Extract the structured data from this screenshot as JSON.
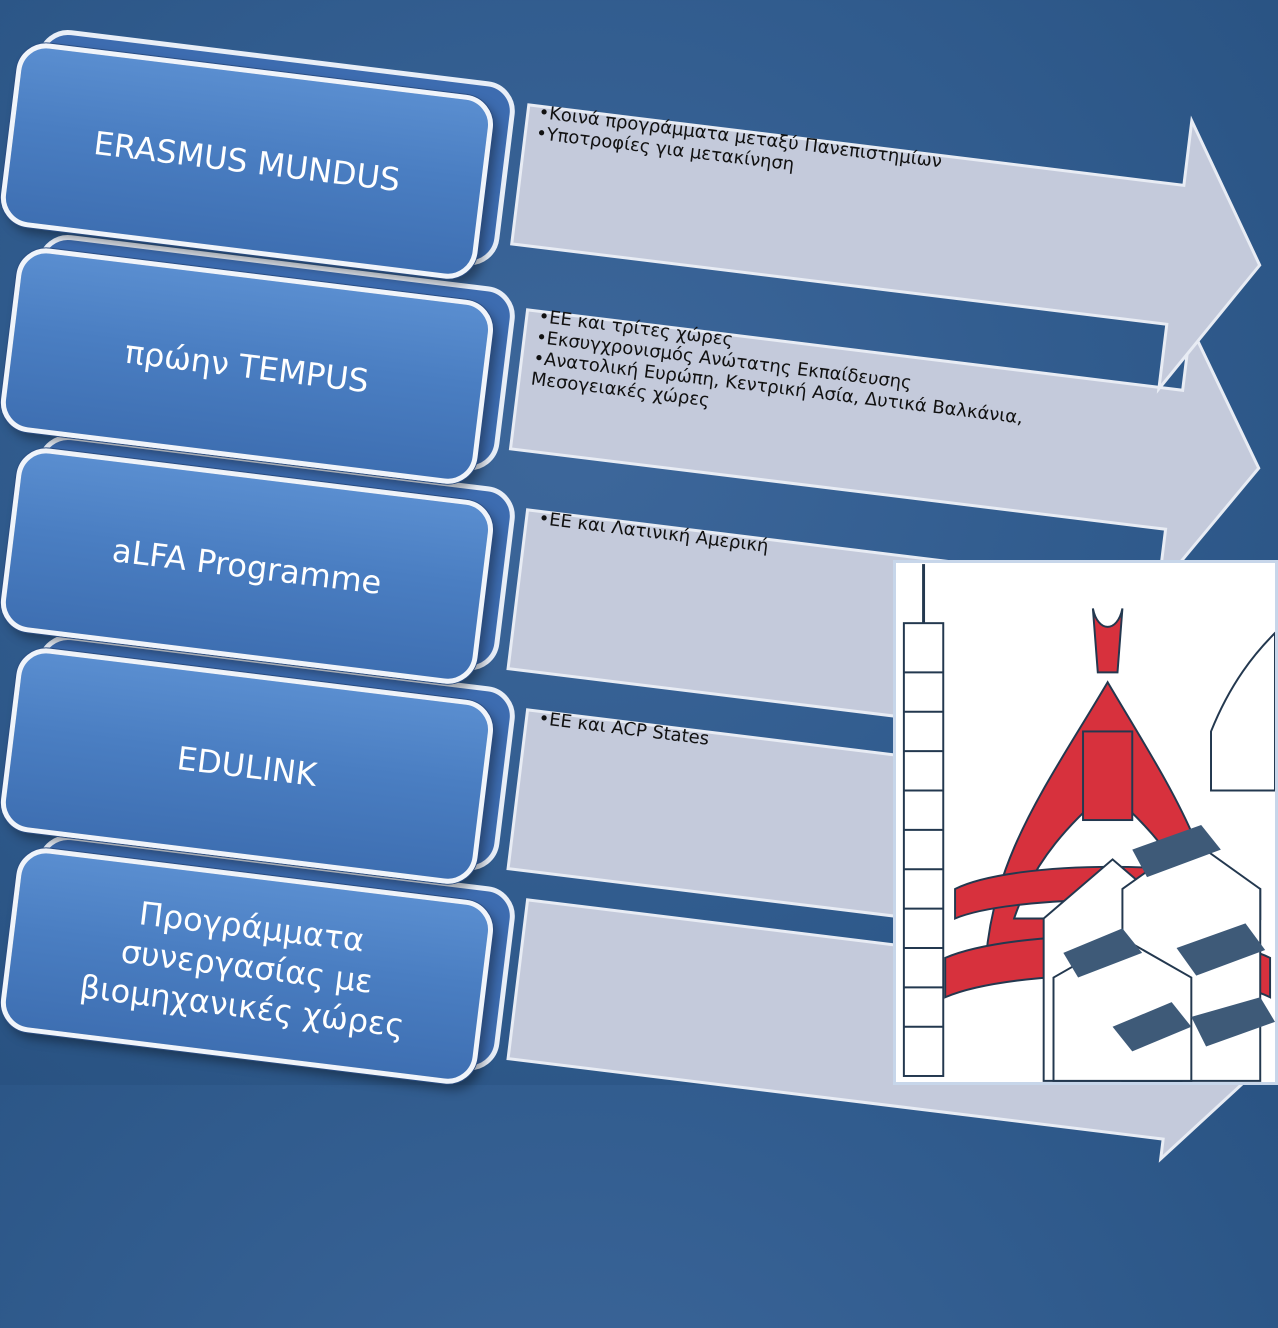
{
  "programs": [
    {
      "title": "ERASMUS MUNDUS",
      "bullets": [
        "•Κοινά προγράμματα μεταξύ Πανεπιστημίων",
        "•Υποτροφίες για μετακίνηση"
      ]
    },
    {
      "title": "πρώην TEMPUS",
      "bullets": [
        "•ΕΕ και τρίτες χώρες",
        "•Εκσυγχρονισμός Ανώτατης Εκπαίδευσης",
        "•Ανατολική Ευρώπη, Κεντρική Ασία, Δυτικά Βαλκάνια,",
        "Μεσογειακές χώρες"
      ]
    },
    {
      "title": "aLFA Programme",
      "bullets": [
        "•ΕΕ και Λατινική Αμερική"
      ]
    },
    {
      "title": "EDULINK",
      "bullets": [
        "•ΕΕ και ACP States"
      ]
    },
    {
      "title_lines": [
        "Προγράμματα",
        "συνεργασίας με",
        "βιομηχανικές χώρες"
      ],
      "bullets": []
    }
  ],
  "colors": {
    "background": "#305b8d",
    "card_face": "#4a7ec2",
    "arrow_fill": "#c5cde0",
    "illustration_red": "#d7313d",
    "illustration_blue": "#3e5a78"
  },
  "illustration": {
    "icon": "world-landmarks-illustration"
  }
}
